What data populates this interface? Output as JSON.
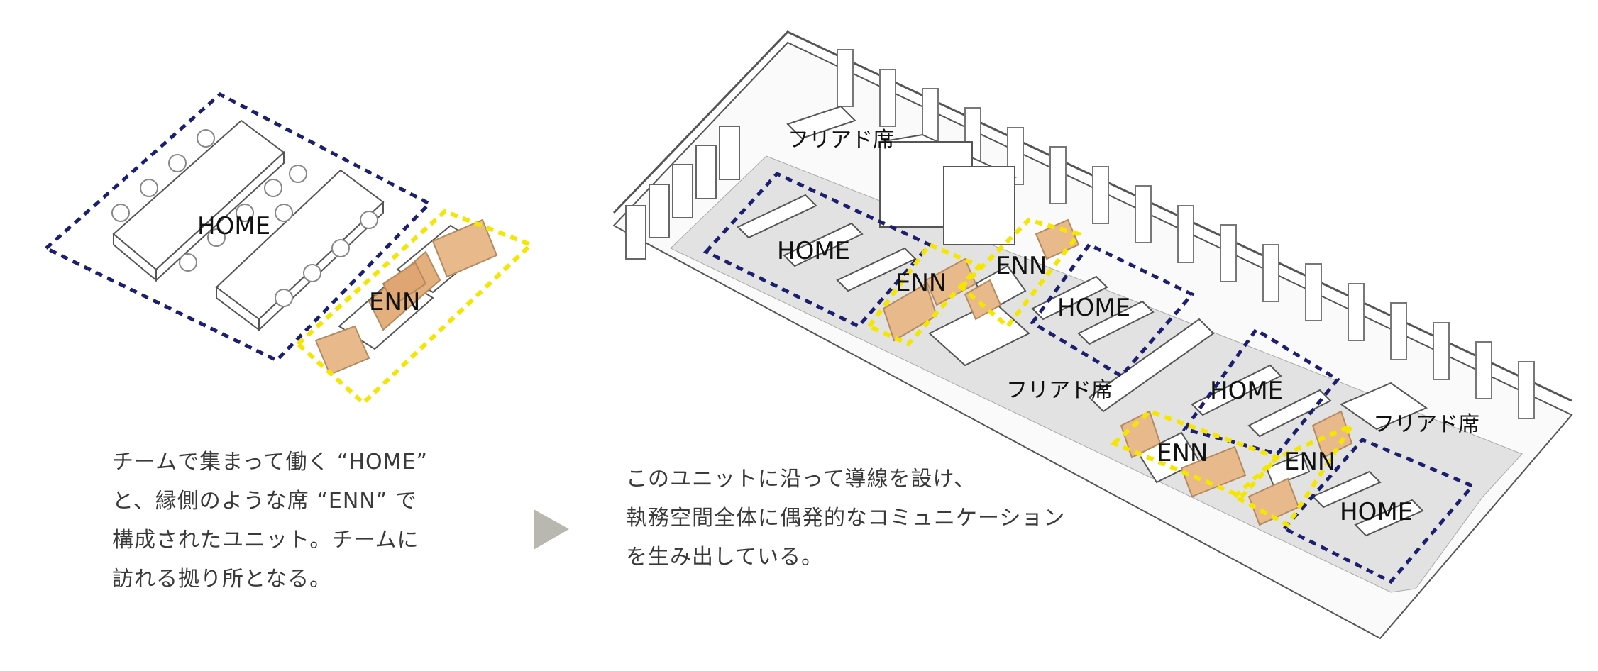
{
  "left_diagram": {
    "home_label": "HOME",
    "enn_label": "ENN"
  },
  "left_caption": [
    "チームで集まって働く “HOME”",
    "と、縁側のような席 “ENN” で",
    "構成されたユニット。チームに",
    "訪れる拠り所となる。"
  ],
  "right_caption": [
    "このユニットに沿って導線を設け、",
    "執務空間全体に偶発的なコミュニケーション",
    "を生み出している。"
  ],
  "plan_labels": {
    "free_1": "フリアド席",
    "home_1": "HOME",
    "enn_1": "ENN",
    "enn_2": "ENN",
    "home_2": "HOME",
    "free_2": "フリアド席",
    "home_3": "HOME",
    "free_3": "フリアド席",
    "enn_3": "ENN",
    "enn_4": "ENN",
    "home_4": "HOME"
  },
  "colors": {
    "home_boundary": "#1c1f6e",
    "enn_boundary": "#f5e600",
    "shelf_fill": "#e8b98a",
    "arrow": "#b8b8b0",
    "corridor": "#e2e2e2"
  }
}
